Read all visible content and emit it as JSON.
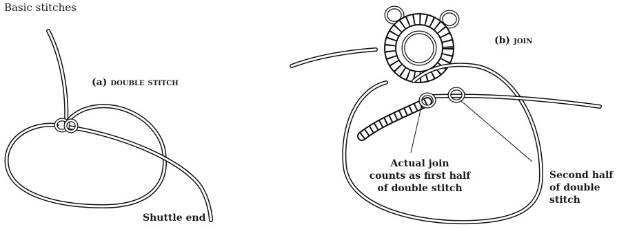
{
  "figure": {
    "caption": "Basic stitches",
    "panel_a": {
      "letter": "(a)",
      "title": "double stitch",
      "annotation": "Shuttle end"
    },
    "panel_b": {
      "letter": "(b)",
      "title": "join",
      "annotation_join": [
        "Actual join",
        "counts as first half",
        "of double stitch"
      ],
      "annotation_second": [
        "Second half",
        "of double",
        "stitch"
      ]
    }
  }
}
